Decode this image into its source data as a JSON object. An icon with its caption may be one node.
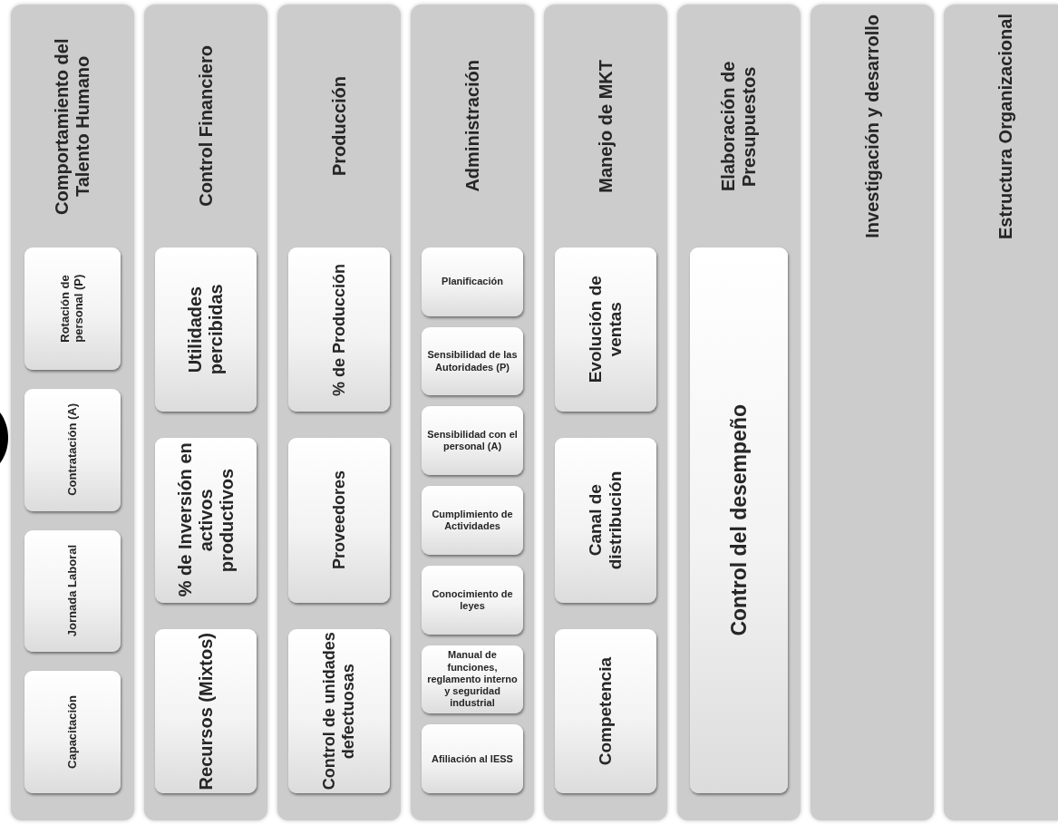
{
  "diagram": {
    "nodes": [
      {
        "text": [
          "Comportamiento del Talento Humano"
        ]
      },
      {
        "text": [
          "Rotación de personal (P)"
        ],
        "in": 0
      },
      {
        "text": [
          "Contratación (A)"
        ],
        "in": 0
      },
      {
        "text": [
          "Jornada Laboral"
        ],
        "in": 0
      },
      {
        "text": [
          "Capacitación"
        ],
        "in": 0
      },
      {
        "text": [
          "Control Financiero"
        ]
      },
      {
        "text": [
          "Utilidades percibidas"
        ],
        "in": 5
      },
      {
        "text": [
          "% de Inversión en activos productivos"
        ],
        "in": 5
      },
      {
        "text": [
          "Recursos (Mixtos)"
        ],
        "in": 5
      },
      {
        "text": [
          "Producción"
        ]
      },
      {
        "text": [
          "% de Producción"
        ],
        "in": 9
      },
      {
        "text": [
          "Proveedores"
        ],
        "in": 9
      },
      {
        "text": [
          "Control de unidades defectuosas"
        ],
        "in": 9
      },
      {
        "text": [
          "Administración"
        ]
      },
      {
        "text": [
          "Planificación"
        ],
        "in": 13
      },
      {
        "text": [
          "Sensibilidad de las Autoridades (P)"
        ],
        "in": 13
      },
      {
        "text": [
          "Sensibilidad con el personal (A)"
        ],
        "in": 13
      },
      {
        "text": [
          "Cumplimiento de Actividades"
        ],
        "in": 13
      },
      {
        "text": [
          "Conocimiento de leyes"
        ],
        "in": 13
      },
      {
        "text": [
          "Manual de funciones, reglamento interno y seguridad industrial"
        ],
        "in": 13
      },
      {
        "text": [
          "Afiliación al IESS"
        ],
        "in": 13
      },
      {
        "text": [
          "Manejo de MKT"
        ]
      },
      {
        "text": [
          "Evolución de ventas"
        ],
        "in": 21
      },
      {
        "text": [
          "Canal de distribución"
        ],
        "in": 21
      },
      {
        "text": [
          "Competencia"
        ],
        "in": 21
      },
      {
        "text": [
          "Elaboración de Presupuestos"
        ]
      },
      {
        "text": [
          "Control del desempeño"
        ],
        "in": 25
      },
      {
        "text": [
          "Investigación y desarrollo"
        ]
      },
      {
        "text": [
          "Estructura Organizacional"
        ]
      }
    ]
  }
}
